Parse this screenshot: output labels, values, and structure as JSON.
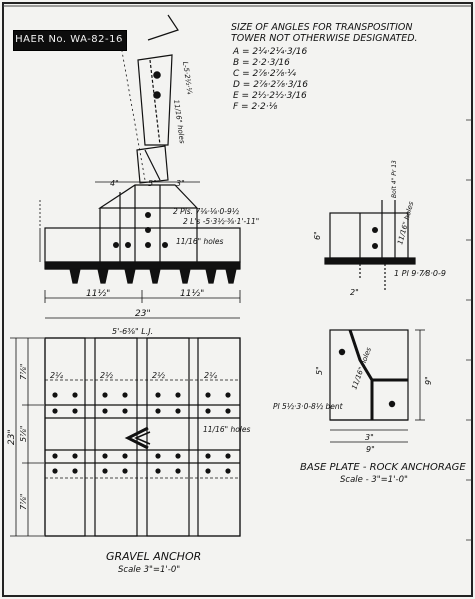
{
  "haer_tag": "HAER No. WA-82-16",
  "angle_schedule": {
    "title_line1": "SIZE OF ANGLES FOR TRANSPOSITION",
    "title_line2": "TOWER NOT OTHERWISE DESIGNATED.",
    "items": [
      "A = 2¼·2¼·3/16",
      "B = 2·2·3/16",
      "C = 2⅞·2⅞·¼",
      "D = 2⅞·2⅞·3/16",
      "E = 2½·2½·3/16",
      "F = 2·2·⅛"
    ]
  },
  "gravel_anchor": {
    "title": "GRAVEL ANCHOR",
    "scale": "Scale 3\"=1'-0\"",
    "dims": {
      "left_23": "23\"",
      "top_23": "23\"",
      "half_left": "11½\"",
      "half_right": "11½\"",
      "lj": "5'-6⅜\" L.J.",
      "side_7a": "7⅞\"",
      "side_7b": "7⅞\"",
      "side_5": "5⅞\"",
      "holes": "11/16\" holes",
      "row_a": "2¼",
      "row_b": "2½",
      "row_c": "2½",
      "row_d": "2¼"
    },
    "post_labels": {
      "holes_upper": "11/16\" holes",
      "angle_upper": "L-5·2½·¼",
      "plates": "2 Pls. 7⅛·⅛·0-9½",
      "angles": "2 L's -5·3½·⅜·1'-11\"",
      "holes_mid": "11/16\" holes",
      "dim_4": "4\"",
      "dim_5": "5\"",
      "dim_3": "3\""
    }
  },
  "base_plate": {
    "title": "BASE PLATE - ROCK ANCHORAGE",
    "scale": "Scale - 3\"=1'-0\"",
    "labels": {
      "plate_top": "1 Pl 9·7⁄8·0-9",
      "plate_bot": "Pl 5½·3·0-8½ bent",
      "holes_top": "11/16\" holes",
      "holes_bot": "11/16\" holes",
      "dim_9a": "9\"",
      "dim_9b": "9\"",
      "dim_6": "6\"",
      "dim_5": "5\"",
      "dim_3": "3\"",
      "dim_2": "2\"",
      "note_top": "Bolt 4\" Pr 13"
    }
  }
}
